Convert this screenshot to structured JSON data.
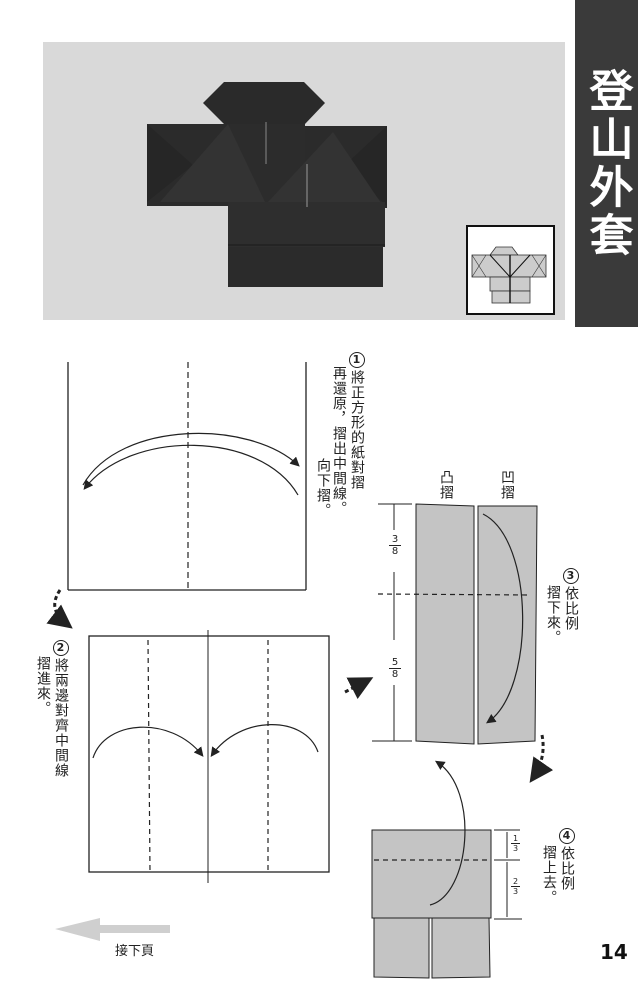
{
  "page": {
    "title": "登山外套",
    "page_number": "14",
    "next_page_label": "接下頁"
  },
  "photo": {
    "subject": "folded origami jacket",
    "inset_subject": "line drawing of finished jacket"
  },
  "steps": [
    {
      "number": "1",
      "text_col1": "將正方形的紙對摺",
      "text_col2": "再還原，摺出中間線。",
      "side_note": "向下摺。"
    },
    {
      "number": "2",
      "text_col1": "將兩邊對齊中間線",
      "text_col2": "摺進來。"
    },
    {
      "number": "3",
      "text_col1": "依比例",
      "text_col2": "摺下來。",
      "fold_labels": [
        "凸摺",
        "凹摺"
      ],
      "fractions": [
        {
          "num": "3",
          "den": "8"
        },
        {
          "num": "5",
          "den": "8"
        }
      ]
    },
    {
      "number": "4",
      "text_col1": "依比例",
      "text_col2": "摺上去。",
      "fractions": [
        {
          "num": "1",
          "den": "3"
        },
        {
          "num": "2",
          "den": "3"
        }
      ]
    }
  ],
  "colors": {
    "title_band": "#3a3a3a",
    "photo_bg": "#d9d9d9",
    "jacket": "#2e2e2e",
    "paper_gray": "#c4c4c4",
    "line": "#222222"
  }
}
